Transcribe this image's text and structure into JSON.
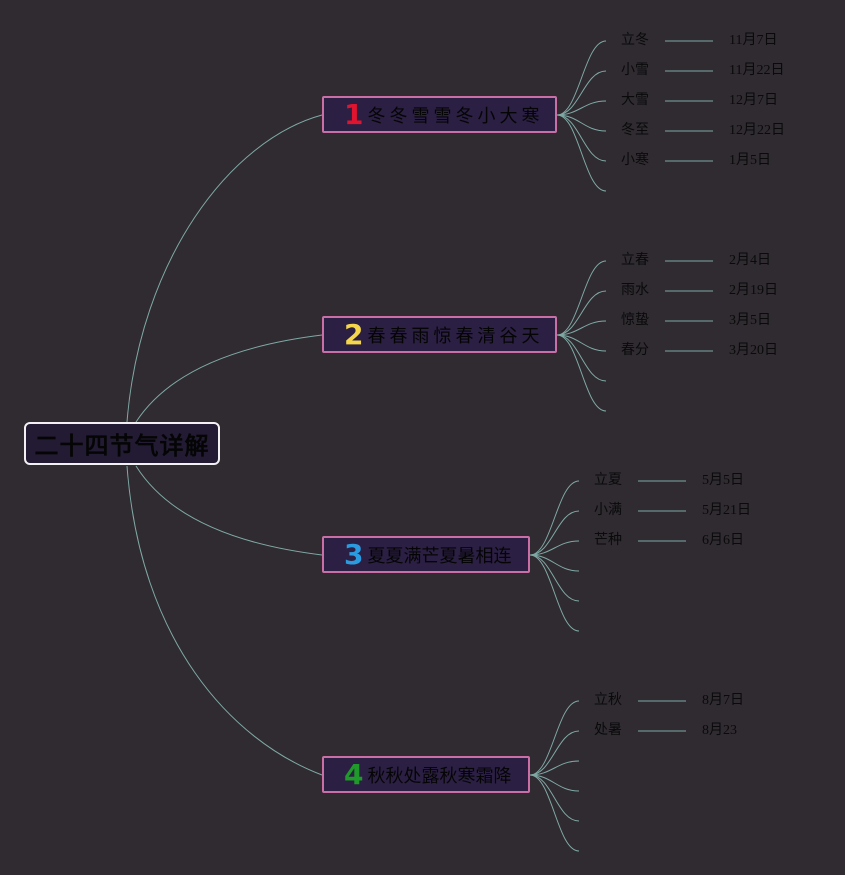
{
  "root": {
    "title": "二十四节气详解"
  },
  "branches": [
    {
      "number": "1",
      "number_color": "#e0142e",
      "verse": "冬冬雪雪冬小大寒",
      "terms": [
        {
          "name": "立冬",
          "date": "11月7日"
        },
        {
          "name": "小雪",
          "date": "11月22日"
        },
        {
          "name": "大雪",
          "date": "12月7日"
        },
        {
          "name": "冬至",
          "date": "12月22日"
        },
        {
          "name": "小寒",
          "date": "1月5日"
        }
      ]
    },
    {
      "number": "2",
      "number_color": "#f5d64a",
      "verse": "春春雨惊春清谷天",
      "terms": [
        {
          "name": "立春",
          "date": "2月4日"
        },
        {
          "name": "雨水",
          "date": "2月19日"
        },
        {
          "name": "惊蛰",
          "date": "3月5日"
        },
        {
          "name": "春分",
          "date": "3月20日"
        }
      ]
    },
    {
      "number": "3",
      "number_color": "#2b9be0",
      "verse": "夏夏满芒夏暑相连",
      "terms": [
        {
          "name": "立夏",
          "date": "5月5日"
        },
        {
          "name": "小满",
          "date": "5月21日"
        },
        {
          "name": "芒种",
          "date": "6月6日"
        }
      ]
    },
    {
      "number": "4",
      "number_color": "#1f9a2a",
      "verse": "秋秋处露秋寒霜降",
      "terms": [
        {
          "name": "立秋",
          "date": "8月7日"
        },
        {
          "name": "处暑",
          "date": "8月23"
        }
      ]
    }
  ]
}
